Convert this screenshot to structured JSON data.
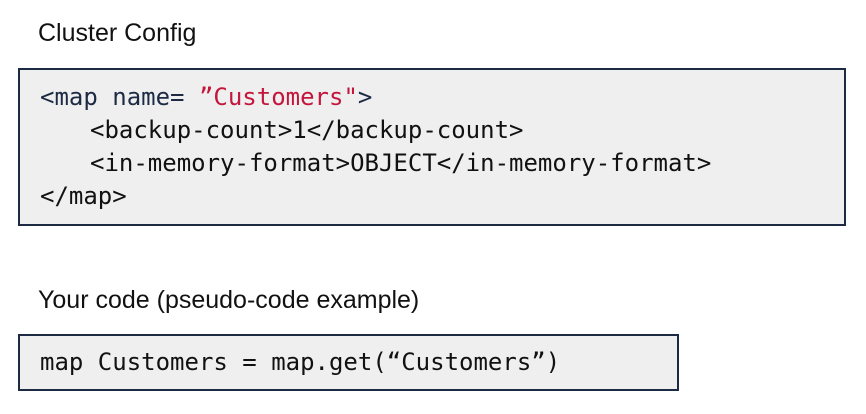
{
  "cluster_config": {
    "heading": "Cluster Config",
    "lines": [
      {
        "open": "<map ",
        "attr": "name= ",
        "value": "”Customers\"",
        "close": ">"
      },
      {
        "text": "<backup-count>1</backup-count>"
      },
      {
        "text": "<in-memory-format>OBJECT</in-memory-format>"
      },
      {
        "text": "</map>"
      }
    ]
  },
  "your_code": {
    "heading": "Your code (pseudo-code example)",
    "line": "map Customers = map.get(“Customers”)"
  },
  "colors": {
    "border": "#1d2a44",
    "code_background": "#efefef",
    "string_literal": "#c4163c",
    "tag": "#1d2a44"
  }
}
